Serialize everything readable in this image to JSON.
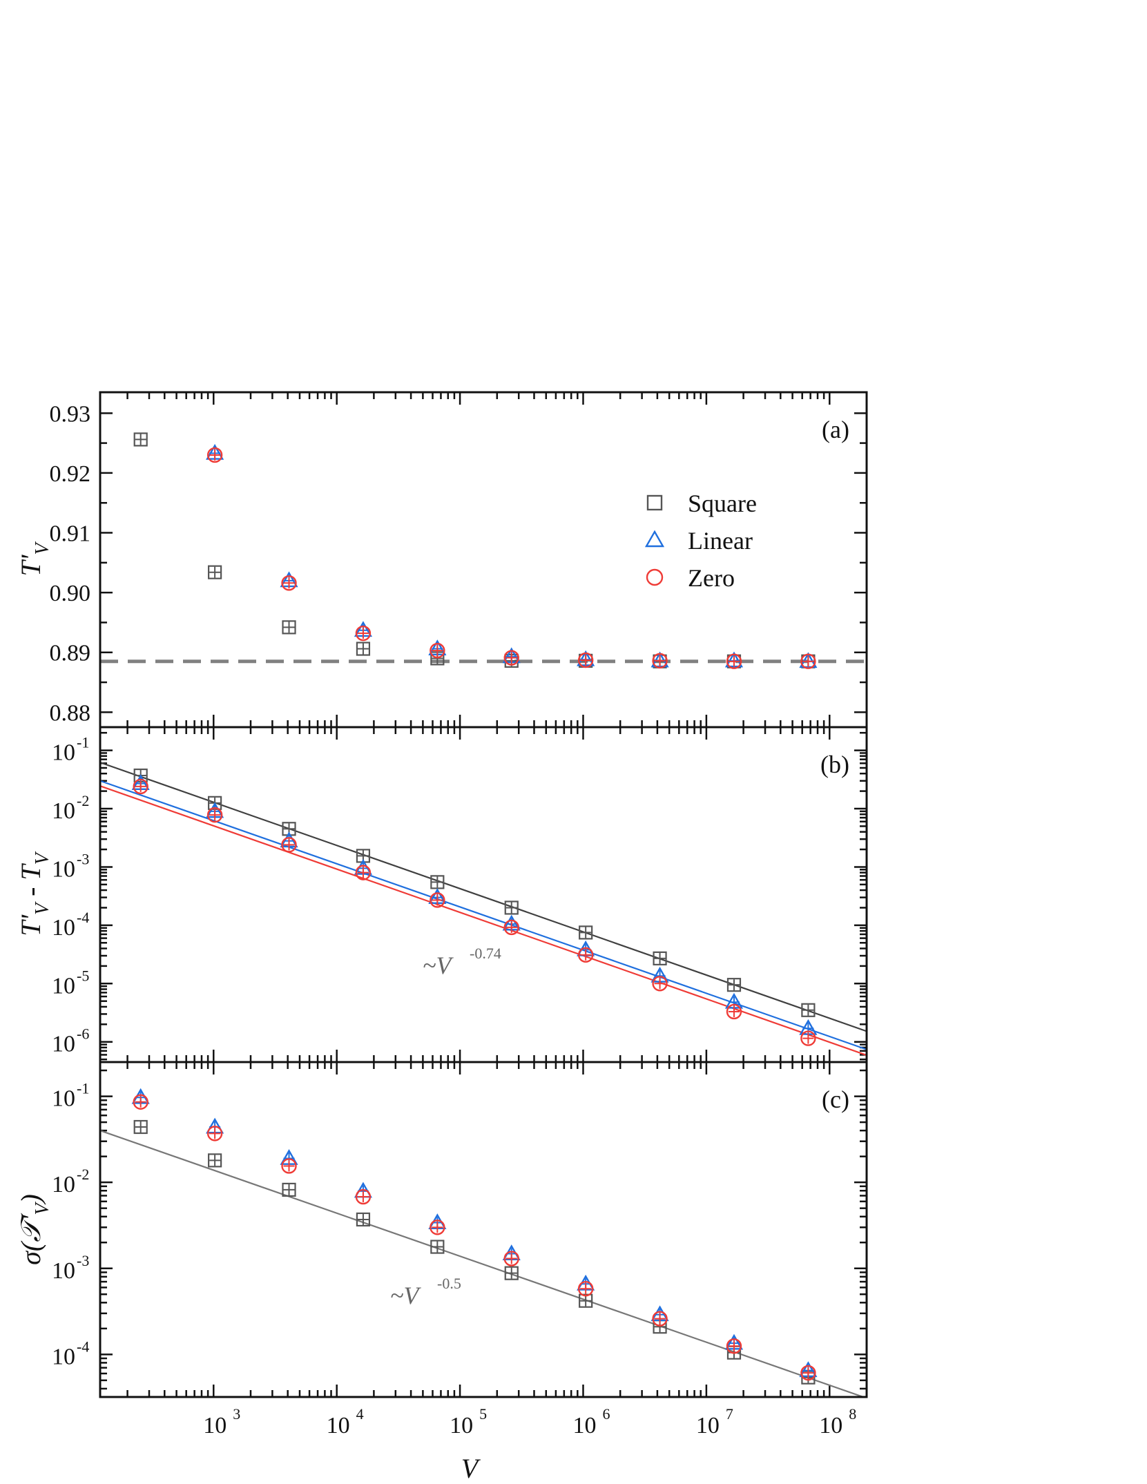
{
  "colors": {
    "square": "#555555",
    "linear": "#1f6fde",
    "zero": "#ef3b36",
    "reference_line": "#808080",
    "fit_square": "#404040",
    "fit_linear": "#1f6fde",
    "fit_zero": "#ef3b36",
    "fit_c": "#777777"
  },
  "legend": {
    "items": [
      {
        "key": "square",
        "label": "Square",
        "marker": "square-marker-icon"
      },
      {
        "key": "linear",
        "label": "Linear",
        "marker": "triangle-marker-icon"
      },
      {
        "key": "zero",
        "label": "Zero",
        "marker": "circle-marker-icon"
      }
    ]
  },
  "x_axis": {
    "label": "V",
    "scale": "log",
    "ticks": [
      {
        "base": "10",
        "exp": "3",
        "value": 1000
      },
      {
        "base": "10",
        "exp": "4",
        "value": 10000
      },
      {
        "base": "10",
        "exp": "5",
        "value": 100000
      },
      {
        "base": "10",
        "exp": "6",
        "value": 1000000
      },
      {
        "base": "10",
        "exp": "7",
        "value": 10000000
      },
      {
        "base": "10",
        "exp": "8",
        "value": 100000000
      }
    ],
    "xlim": [
      120,
      200000000
    ]
  },
  "chart_data": [
    {
      "panel": "(a)",
      "type": "scatter",
      "ylabel": "T'V",
      "ylabel_main": "T'",
      "ylabel_sub": "V",
      "yscale": "linear",
      "ylim": [
        0.8775,
        0.9335
      ],
      "yticks": [
        "0.88",
        "0.89",
        "0.90",
        "0.91",
        "0.92",
        "0.93"
      ],
      "ytick_values": [
        0.88,
        0.89,
        0.9,
        0.91,
        0.92,
        0.93
      ],
      "reference_line": {
        "style": "dashed",
        "y": 0.8885
      },
      "series": [
        {
          "name": "Square",
          "key": "square",
          "x": [
            256,
            1024,
            4096,
            16384,
            65536,
            262144,
            1048576,
            4194304,
            16777216,
            67108864
          ],
          "y": [
            0.9256,
            0.9034,
            0.8942,
            0.8906,
            0.889,
            0.8886,
            0.8886,
            0.8885,
            0.8885,
            0.8885
          ]
        },
        {
          "name": "Linear",
          "key": "linear",
          "x": [
            1024,
            4096,
            16384,
            65536,
            262144,
            1048576,
            4194304,
            16777216,
            67108864
          ],
          "y": [
            0.9233,
            0.902,
            0.8937,
            0.8906,
            0.8893,
            0.8888,
            0.8886,
            0.8886,
            0.8885
          ]
        },
        {
          "name": "Zero",
          "key": "zero",
          "x": [
            1024,
            4096,
            16384,
            65536,
            262144,
            1048576,
            4194304,
            16777216,
            67108864
          ],
          "y": [
            0.923,
            0.9016,
            0.8932,
            0.8903,
            0.8891,
            0.8887,
            0.8886,
            0.8885,
            0.8885
          ]
        }
      ]
    },
    {
      "panel": "(b)",
      "type": "scatter",
      "ylabel": "T'V - TV",
      "ylabel_parts": {
        "a": "T'",
        "a_sub": "V",
        "mid": " - ",
        "b": "T",
        "b_sub": "V"
      },
      "yscale": "log",
      "ylim": [
        4.5e-07,
        0.25
      ],
      "yticks": [
        {
          "base": "10",
          "exp": "-1"
        },
        {
          "base": "10",
          "exp": "-2"
        },
        {
          "base": "10",
          "exp": "-3"
        },
        {
          "base": "10",
          "exp": "-4"
        },
        {
          "base": "10",
          "exp": "-5"
        },
        {
          "base": "10",
          "exp": "-6"
        }
      ],
      "ytick_values": [
        0.1,
        0.01,
        0.001,
        0.0001,
        1e-05,
        1e-06
      ],
      "annotation": {
        "prefix": "~V",
        "exp": "-0.74"
      },
      "fits": [
        {
          "key": "fit_square",
          "slope": -0.74,
          "x": [
            120,
            200000000
          ],
          "y": [
            0.062,
            1.52e-06
          ]
        },
        {
          "key": "fit_linear",
          "slope": -0.74,
          "x": [
            120,
            200000000
          ],
          "y": [
            0.03,
            7.4e-07
          ]
        },
        {
          "key": "fit_zero",
          "slope": -0.74,
          "x": [
            120,
            200000000
          ],
          "y": [
            0.0245,
            5.9e-07
          ]
        }
      ],
      "series": [
        {
          "name": "Square",
          "key": "square",
          "x": [
            256,
            1024,
            4096,
            16384,
            65536,
            262144,
            1048576,
            4194304,
            16777216,
            67108864
          ],
          "y": [
            0.037,
            0.0125,
            0.0045,
            0.00155,
            0.00055,
            0.0002,
            7.5e-05,
            2.7e-05,
            9.5e-06,
            3.5e-06
          ]
        },
        {
          "name": "Linear",
          "key": "linear",
          "x": [
            256,
            1024,
            4096,
            16384,
            65536,
            262144,
            1048576,
            4194304,
            16777216,
            67108864
          ],
          "y": [
            0.027,
            0.009,
            0.0028,
            0.00095,
            0.0003,
            0.000105,
            3.8e-05,
            1.35e-05,
            4.8e-06,
            1.7e-06
          ]
        },
        {
          "name": "Zero",
          "key": "zero",
          "x": [
            256,
            1024,
            4096,
            16384,
            65536,
            262144,
            1048576,
            4194304,
            16777216,
            67108864
          ],
          "y": [
            0.024,
            0.0078,
            0.0024,
            0.0008,
            0.00027,
            9.2e-05,
            3.1e-05,
            1e-05,
            3.3e-06,
            1.15e-06
          ]
        }
      ]
    },
    {
      "panel": "(c)",
      "type": "scatter",
      "ylabel": "σ(𝒯'V)",
      "ylabel_parts": {
        "pre": "σ(𝒯'",
        "sub": "V",
        "post": ")"
      },
      "yscale": "log",
      "ylim": [
        3.2e-05,
        0.25
      ],
      "yticks": [
        {
          "base": "10",
          "exp": "-1"
        },
        {
          "base": "10",
          "exp": "-2"
        },
        {
          "base": "10",
          "exp": "-3"
        },
        {
          "base": "10",
          "exp": "-4"
        }
      ],
      "ytick_values": [
        0.1,
        0.01,
        0.001,
        0.0001
      ],
      "annotation": {
        "prefix": "~V",
        "exp": "-0.5"
      },
      "fits": [
        {
          "key": "fit_c",
          "slope": -0.5,
          "x": [
            120,
            200000000
          ],
          "y": [
            0.04,
            3.1e-05
          ]
        }
      ],
      "series": [
        {
          "name": "Square",
          "key": "square",
          "x": [
            256,
            1024,
            4096,
            16384,
            65536,
            262144,
            1048576,
            4194304,
            16777216,
            67108864
          ],
          "y": [
            0.044,
            0.018,
            0.0082,
            0.0037,
            0.00178,
            0.00088,
            0.00042,
            0.00021,
            0.000105,
            5.4e-05
          ]
        },
        {
          "name": "Linear",
          "key": "linear",
          "x": [
            256,
            1024,
            4096,
            16384,
            65536,
            262144,
            1048576,
            4194304,
            16777216,
            67108864
          ],
          "y": [
            0.097,
            0.044,
            0.019,
            0.0079,
            0.0034,
            0.00148,
            0.00066,
            0.00029,
            0.000135,
            6.5e-05
          ]
        },
        {
          "name": "Zero",
          "key": "zero",
          "x": [
            256,
            1024,
            4096,
            16384,
            65536,
            262144,
            1048576,
            4194304,
            16777216,
            67108864
          ],
          "y": [
            0.086,
            0.037,
            0.0155,
            0.0068,
            0.003,
            0.0013,
            0.00058,
            0.00026,
            0.000125,
            6.1e-05
          ]
        }
      ]
    }
  ]
}
